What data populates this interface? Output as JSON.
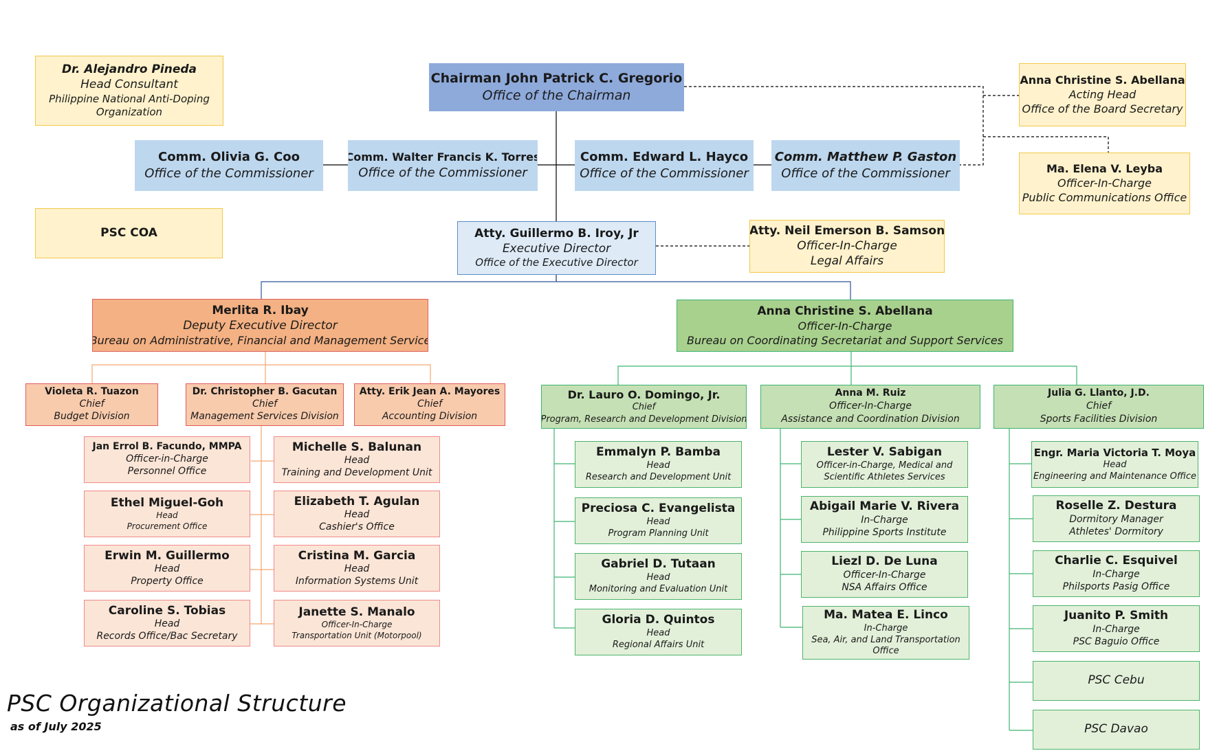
{
  "title": "PSC Organizational Structure",
  "subtitle": "as of July 2025",
  "colors": {
    "chair": "#8eaadb",
    "commissioner": "#bdd7ee",
    "executive": "#deebf7",
    "staff_yellow": "#fff2cc",
    "admin_bureau": "#f4b183",
    "admin_division": "#f8cbad",
    "admin_unit": "#fbe5d6",
    "support_bureau": "#a9d18e",
    "support_division": "#c5e0b4",
    "support_unit": "#e2f0d9"
  },
  "top": {
    "consultant": {
      "name": "Dr. Alejandro Pineda",
      "role": "Head Consultant",
      "office": [
        "Philippine National Anti-Doping",
        "Organization"
      ]
    },
    "coa": {
      "label": "PSC COA"
    },
    "chairman": {
      "name": "Chairman John Patrick C. Gregorio",
      "office": "Office of the Chairman"
    },
    "commissioners": [
      {
        "name": "Comm. Olivia  G. Coo",
        "office": "Office of the Commissioner"
      },
      {
        "name": "Comm. Walter Francis K. Torres",
        "office": "Office of the Commissioner"
      },
      {
        "name": "Comm. Edward L. Hayco",
        "office": "Office of the Commissioner"
      },
      {
        "name": "Comm. Matthew P. Gaston",
        "office": "Office of the Commissioner"
      }
    ],
    "board_secretary": {
      "name": "Anna Christine S. Abellana",
      "role": "Acting Head",
      "office": "Office of the Board Secretary"
    },
    "public_comms": {
      "name": "Ma. Elena V. Leyba",
      "role": "Officer-In-Charge",
      "office": "Public Communications Office"
    },
    "executive_director": {
      "name": "Atty. Guillermo B. Iroy, Jr",
      "role": "Executive Director",
      "office": "Office of the Executive Director"
    },
    "legal": {
      "name": "Atty. Neil Emerson B. Samson",
      "role": "Officer-In-Charge",
      "office": "Legal Affairs"
    }
  },
  "admin": {
    "bureau": {
      "name": "Merlita R. Ibay",
      "role": "Deputy Executive Director",
      "office": "Bureau on Administrative, Financial and Management Service"
    },
    "divisions": [
      {
        "name": "Violeta R. Tuazon",
        "role": "Chief",
        "office": "Budget Division"
      },
      {
        "name": "Dr. Christopher B. Gacutan",
        "role": "Chief",
        "office": "Management Services Division"
      },
      {
        "name": "Atty. Erik Jean A. Mayores",
        "role": "Chief",
        "office": "Accounting Division"
      }
    ],
    "units_left": [
      {
        "name": "Jan Errol B. Facundo, MMPA",
        "role": "Officer-in-Charge",
        "office": "Personnel Office"
      },
      {
        "name": "Ethel Miguel-Goh",
        "role": "Head",
        "office": "Procurement Office"
      },
      {
        "name": "Erwin M. Guillermo",
        "role": "Head",
        "office": "Property Office"
      },
      {
        "name": "Caroline S. Tobias",
        "role": "Head",
        "office": "Records Office/Bac Secretary"
      }
    ],
    "units_right": [
      {
        "name": "Michelle S. Balunan",
        "role": "Head",
        "office": "Training and Development Unit"
      },
      {
        "name": "Elizabeth T. Agulan",
        "role": "Head",
        "office": "Cashier's Office"
      },
      {
        "name": "Cristina M. Garcia",
        "role": "Head",
        "office": "Information Systems Unit"
      },
      {
        "name": "Janette S. Manalo",
        "role": "Officer-In-Charge",
        "office": "Transportation Unit (Motorpool)"
      }
    ]
  },
  "support": {
    "bureau": {
      "name": "Anna Christine S. Abellana",
      "role": "Officer-In-Charge",
      "office": "Bureau on Coordinating Secretariat and Support Services"
    },
    "divisions": [
      {
        "name": "Dr. Lauro O. Domingo, Jr.",
        "role": "Chief",
        "office": "Program, Research and Development Division"
      },
      {
        "name": "Anna M. Ruiz",
        "role": "Officer-In-Charge",
        "office": "Assistance and Coordination Division"
      },
      {
        "name": "Julia G. Llanto, J.D.",
        "role": "Chief",
        "office": "Sports Facilities Division"
      }
    ],
    "units_prd": [
      {
        "name": "Emmalyn P. Bamba",
        "role": "Head",
        "office": "Research and Development Unit"
      },
      {
        "name": "Preciosa C. Evangelista",
        "role": "Head",
        "office": "Program Planning Unit"
      },
      {
        "name": "Gabriel D. Tutaan",
        "role": "Head",
        "office": "Monitoring and Evaluation Unit"
      },
      {
        "name": "Gloria D. Quintos",
        "role": "Head",
        "office": "Regional Affairs Unit"
      }
    ],
    "units_acd": [
      {
        "name": "Lester V. Sabigan",
        "role": "Officer-in-Charge, Medical and",
        "office": "Scientific Athletes Services"
      },
      {
        "name": "Abigail Marie V. Rivera",
        "role": "In-Charge",
        "office": "Philippine Sports Institute"
      },
      {
        "name": "Liezl D. De Luna",
        "role": "Officer-In-Charge",
        "office": "NSA Affairs Office"
      },
      {
        "name": "Ma. Matea E. Linco",
        "role": "In-Charge",
        "office": "Sea, Air, and Land Transportation",
        "office2": "Office"
      }
    ],
    "units_sfd": [
      {
        "name": "Engr. Maria Victoria T. Moya",
        "role": "Head",
        "office": "Engineering and Maintenance Office"
      },
      {
        "name": "Roselle Z. Destura",
        "role": "Dormitory Manager",
        "office": "Athletes' Dormitory"
      },
      {
        "name": "Charlie C. Esquivel",
        "role": "In-Charge",
        "office": "Philsports Pasig Office"
      },
      {
        "name": "Juanito P. Smith",
        "role": "In-Charge",
        "office": "PSC Baguio Office"
      },
      {
        "label": "PSC Cebu"
      },
      {
        "label": "PSC Davao"
      }
    ]
  }
}
